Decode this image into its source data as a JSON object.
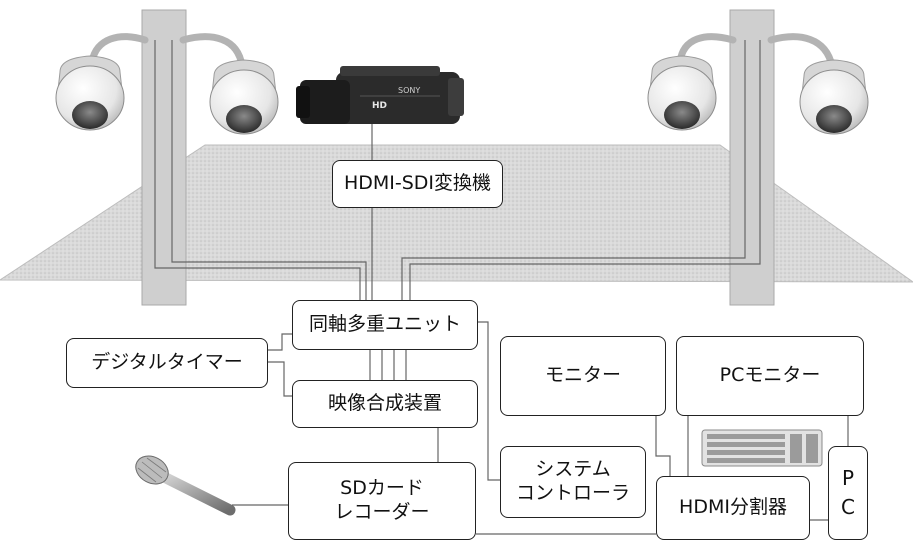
{
  "labels": {
    "converter": "HDMI-SDI変換機",
    "multiplexer": "同軸多重ユニット",
    "timer": "デジタルタイマー",
    "compositor": "映像合成装置",
    "monitor": "モニター",
    "pc_monitor": "PCモニター",
    "sd_recorder": [
      "SDカード",
      "レコーダー"
    ],
    "system_controller": [
      "システム",
      "コントローラ"
    ],
    "hdmi_splitter": "HDMI分割器",
    "pc": [
      "P",
      "C"
    ]
  },
  "camera_brand": "SONY",
  "camera_badge": "HD"
}
